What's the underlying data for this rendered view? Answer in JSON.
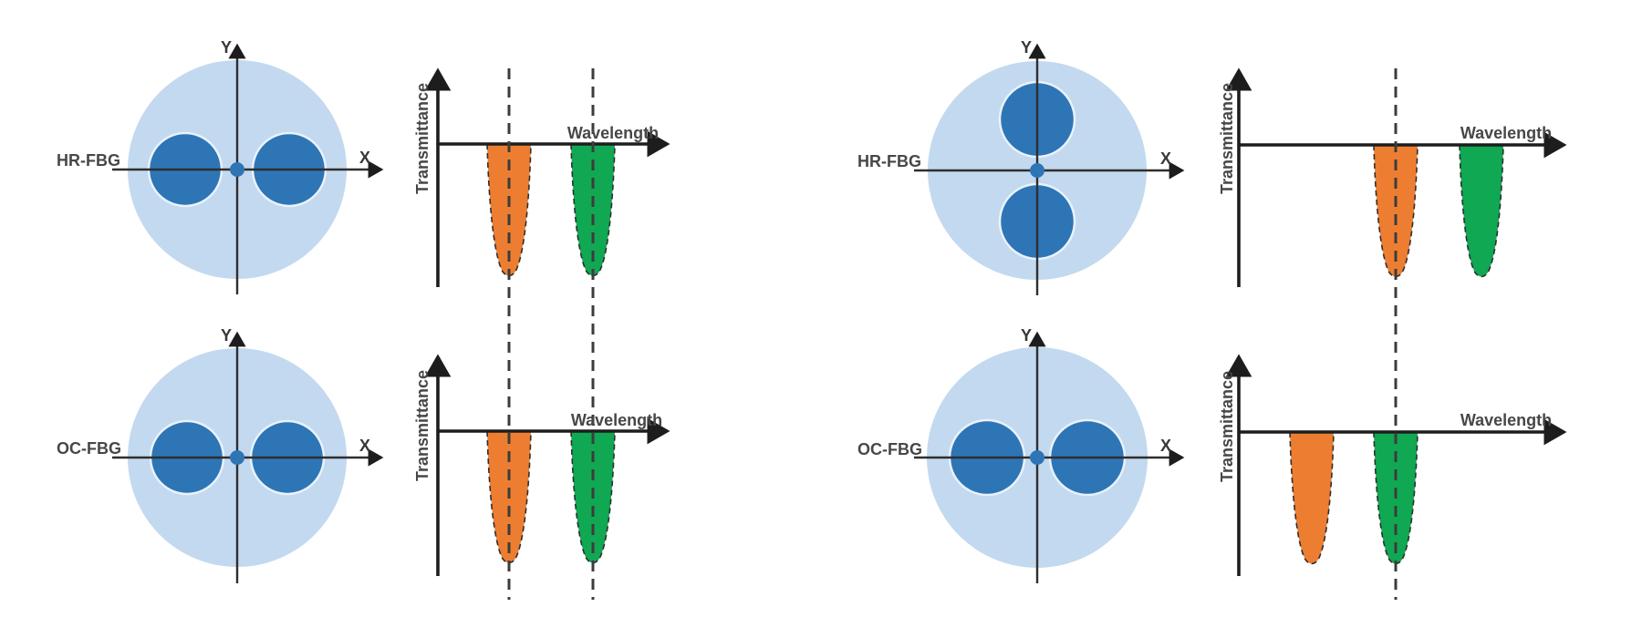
{
  "colors": {
    "cladding": "#c3d9ef",
    "core": "#2e75b6",
    "center_dot": "#2e75b6",
    "orange": "#ed7e31",
    "green": "#10a853",
    "guide": "#3c3c3c"
  },
  "panels": [
    {
      "id": "hr-fbg-left",
      "fiber_label": "HR-FBG",
      "x_axis_label": "X",
      "y_axis_label": "Y",
      "core_layout": "horizontal",
      "spectrum": {
        "y_label": "Transmittance",
        "x_label": "Wavelength",
        "dips": [
          {
            "series": "orange",
            "on_guide": true
          },
          {
            "series": "green",
            "on_guide": true
          }
        ]
      }
    },
    {
      "id": "oc-fbg-left",
      "fiber_label": "OC-FBG",
      "x_axis_label": "X",
      "y_axis_label": "Y",
      "core_layout": "horizontal",
      "spectrum": {
        "y_label": "Transmittance",
        "x_label": "Wavelength",
        "dips": [
          {
            "series": "orange",
            "on_guide": true
          },
          {
            "series": "green",
            "on_guide": true
          }
        ]
      }
    },
    {
      "id": "hr-fbg-right",
      "fiber_label": "HR-FBG",
      "x_axis_label": "X",
      "y_axis_label": "Y",
      "core_layout": "vertical",
      "spectrum": {
        "y_label": "Transmittance",
        "x_label": "Wavelength",
        "dips": [
          {
            "series": "orange",
            "on_guide": true
          },
          {
            "series": "green",
            "on_guide": false
          }
        ]
      }
    },
    {
      "id": "oc-fbg-right",
      "fiber_label": "OC-FBG",
      "x_axis_label": "X",
      "y_axis_label": "Y",
      "core_layout": "horizontal",
      "spectrum": {
        "y_label": "Transmittance",
        "x_label": "Wavelength",
        "dips": [
          {
            "series": "orange",
            "on_guide": false
          },
          {
            "series": "green",
            "on_guide": true
          }
        ]
      }
    }
  ]
}
